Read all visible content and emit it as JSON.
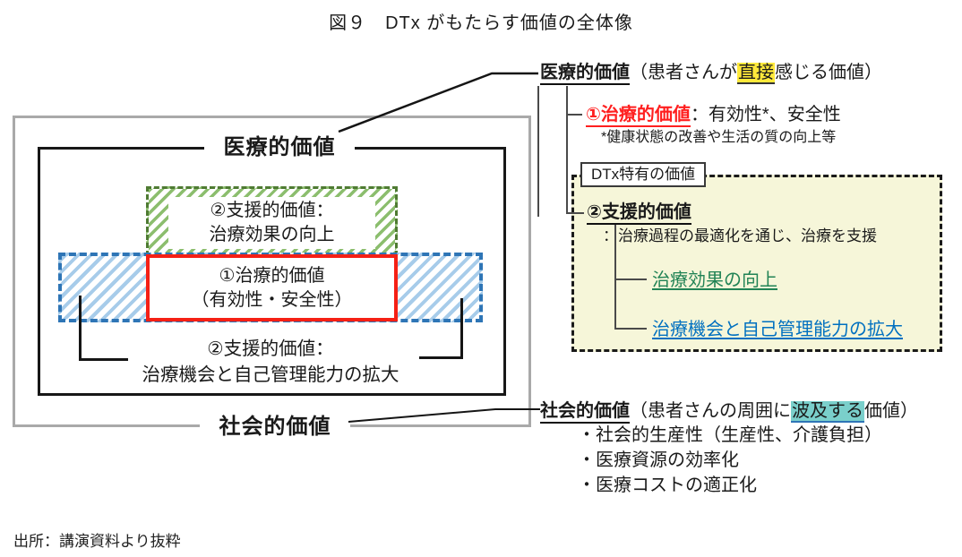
{
  "title": "図９　DTx がもたらす価値の全体像",
  "source": "出所：講演資料より抜粋",
  "colors": {
    "red_accent": "#f52015",
    "green_link": "#218355",
    "blue_link": "#0070c0",
    "highlight_yellow": "#ffe93b",
    "highlight_cyan": "#7acfcb",
    "panel_yellow_bg": "#f6f6d9",
    "hatch_green": "#8cbe6e",
    "hatch_green_border": "#4f7b33",
    "hatch_blue": "#a7ccea",
    "hatch_blue_border": "#2e75b6"
  },
  "diagram": {
    "medical_label": "医療的価値",
    "social_label": "社会的価値",
    "support_top_line1": "②支援的価値：",
    "support_top_line2": "治療効果の向上",
    "treatment_line1": "①治療的価値",
    "treatment_line2": "（有効性・安全性）",
    "support_bottom_line1": "②支援的価値：",
    "support_bottom_line2": "治療機会と自己管理能力の拡大"
  },
  "right": {
    "medical": {
      "heading": "医療的価値",
      "paren_prefix": "（患者さんが",
      "highlight": "直接",
      "paren_suffix": "感じる価値）"
    },
    "treatment": {
      "label": "①治療的価値",
      "rest": "：有効性*、安全性",
      "note": "*健康状態の改善や生活の質の向上等"
    },
    "dtx_box_label": "DTx特有の価値",
    "support": {
      "label": "②支援的価値",
      "desc": "：治療過程の最適化を通じ、治療を支援",
      "item1": "治療効果の向上",
      "item2": "治療機会と自己管理能力の拡大"
    },
    "social": {
      "heading": "社会的価値",
      "paren_prefix": "（患者さんの周囲に",
      "highlight": "波及する",
      "paren_suffix": "価値）",
      "bullets": [
        "・社会的生産性（生産性、介護負担）",
        "・医療資源の効率化",
        "・医療コストの適正化"
      ]
    }
  }
}
